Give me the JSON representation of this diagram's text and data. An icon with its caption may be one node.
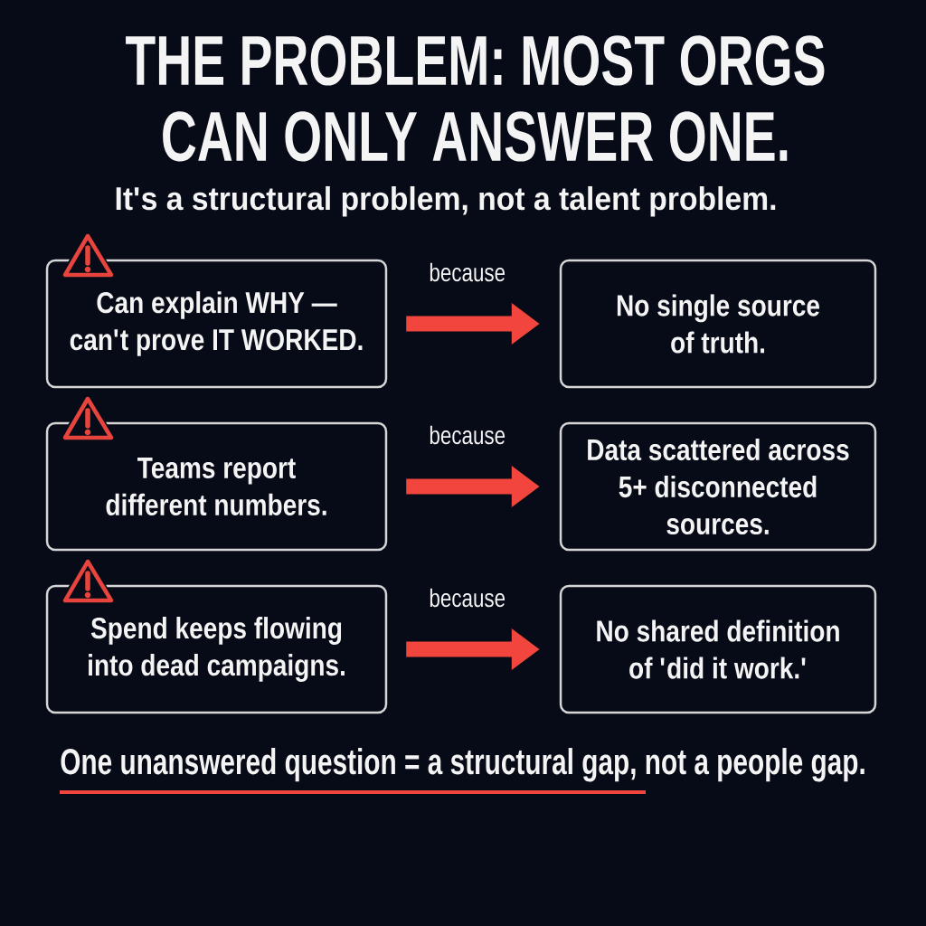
{
  "diagram": {
    "title": "THE PROBLEM: MOST ORGS CAN ONLY ANSWER ONE.",
    "nodes": [
      {
        "text": [
          "Can explain WHY — can't prove IT WORKED."
        ]
      },
      {
        "text": [
          "No single source of truth."
        ]
      },
      {
        "text": [
          "Teams report different numbers."
        ]
      },
      {
        "text": [
          "Data scattered across 5+ disconnected sources."
        ]
      },
      {
        "text": [
          "Spend keeps flowing into dead campaigns."
        ]
      },
      {
        "text": [
          "No shared definition of 'did it work.'"
        ]
      }
    ],
    "edges": [
      {
        "from": 0,
        "to": 1,
        "arrow": "to",
        "label": "because"
      },
      {
        "from": 2,
        "to": 3,
        "arrow": "to",
        "label": "because"
      },
      {
        "from": 4,
        "to": 5,
        "arrow": "to",
        "label": "because"
      }
    ],
    "labels": [
      "It's a structural problem, not a talent problem.",
      "One unanswered question = a structural gap, not a people gap."
    ]
  }
}
